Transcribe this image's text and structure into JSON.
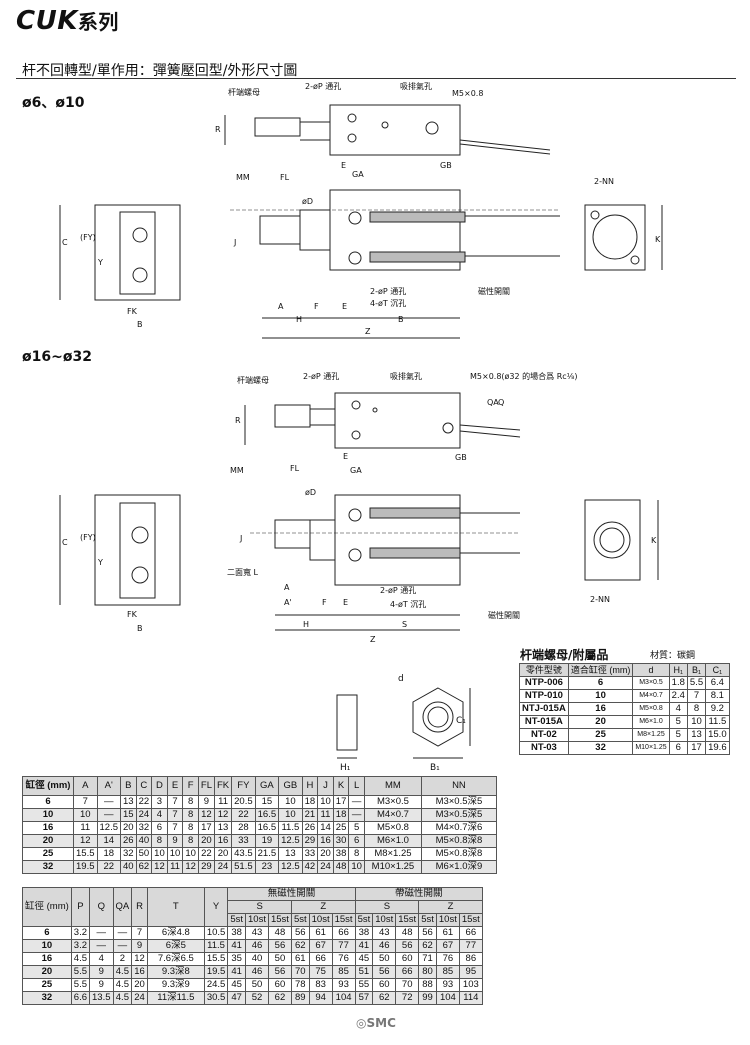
{
  "header": {
    "series_code": "CUK",
    "series_suffix": "系列",
    "section_title": "杆不回轉型/單作用：彈簧壓回型/外形尺寸圖"
  },
  "sizes": {
    "small": "ø6、ø10",
    "large": "ø16~ø32"
  },
  "labels1": {
    "rod_nut": "杆端螺母",
    "p_port": "2-øP 通孔",
    "breath": "吸排氣孔",
    "m5": "M5×0.8",
    "nn": "2-NN",
    "p_port2": "2-øP 通孔",
    "t_cb": "4-øT 沉孔",
    "switch": "磁性開關",
    "mm": "MM",
    "fl": "FL",
    "r": "R",
    "e": "E",
    "ga": "GA",
    "gb": "GB",
    "a": "A",
    "f": "F",
    "h": "H",
    "b": "B",
    "z": "Z",
    "fk": "FK",
    "bb": "B",
    "c": "C",
    "y": "Y",
    "fy": "(FY)",
    "k": "K",
    "j": "J",
    "d": "øD"
  },
  "labels2": {
    "rod_nut": "杆端螺母",
    "p_port": "2-øP 通孔",
    "breath": "吸排氣孔",
    "m5": "M5×0.8(ø32 的場合爲 Rc⅛)",
    "mm": "MM",
    "fl": "FL",
    "two_flat": "二面寬 L",
    "p_port2": "2-øP 通孔",
    "t_cb": "4-øT 沉孔",
    "switch": "磁性開關",
    "nn": "2-NN",
    "r": "R",
    "e": "E",
    "ga": "GA",
    "gb": "GB",
    "a": "A",
    "ap": "A'",
    "f": "F",
    "h": "H",
    "s": "S",
    "z": "Z",
    "fk": "FK",
    "bb": "B",
    "c": "C",
    "y": "Y",
    "fy": "(FY)",
    "k": "K",
    "j": "J",
    "d": "øD",
    "q": "Q",
    "qa": "QA"
  },
  "nut": {
    "d": "d",
    "h1": "H₁",
    "b1": "B₁",
    "c1": "C₁"
  },
  "accessory": {
    "title": "杆端螺母/附屬品",
    "material": "材質：碳鋼",
    "headers": [
      "零件型號",
      "適合缸徑 (mm)",
      "d",
      "H₁",
      "B₁",
      "C₁"
    ],
    "rows": [
      [
        "NTP-006",
        "6",
        "M3×0.5",
        "1.8",
        "5.5",
        "6.4"
      ],
      [
        "NTP-010",
        "10",
        "M4×0.7",
        "2.4",
        "7",
        "8.1"
      ],
      [
        "NTJ-015A",
        "16",
        "M5×0.8",
        "4",
        "8",
        "9.2"
      ],
      [
        "NT-015A",
        "20",
        "M6×1.0",
        "5",
        "10",
        "11.5"
      ],
      [
        "NT-02",
        "25",
        "M8×1.25",
        "5",
        "13",
        "15.0"
      ],
      [
        "NT-03",
        "32",
        "M10×1.25",
        "6",
        "17",
        "19.6"
      ]
    ]
  },
  "table1": {
    "headers": [
      "缸徑 (mm)",
      "A",
      "A'",
      "B",
      "C",
      "D",
      "E",
      "F",
      "FL",
      "FK",
      "FY",
      "GA",
      "GB",
      "H",
      "J",
      "K",
      "L",
      "MM",
      "NN"
    ],
    "rows": [
      [
        "6",
        "7",
        "—",
        "13",
        "22",
        "3",
        "7",
        "8",
        "9",
        "11",
        "20.5",
        "15",
        "10",
        "18",
        "10",
        "17",
        "—",
        "M3×0.5",
        "M3×0.5深5"
      ],
      [
        "10",
        "10",
        "—",
        "15",
        "24",
        "4",
        "7",
        "8",
        "12",
        "12",
        "22",
        "16.5",
        "10",
        "21",
        "11",
        "18",
        "—",
        "M4×0.7",
        "M3×0.5深5"
      ],
      [
        "16",
        "11",
        "12.5",
        "20",
        "32",
        "6",
        "7",
        "8",
        "17",
        "13",
        "28",
        "16.5",
        "11.5",
        "26",
        "14",
        "25",
        "5",
        "M5×0.8",
        "M4×0.7深6"
      ],
      [
        "20",
        "12",
        "14",
        "26",
        "40",
        "8",
        "9",
        "8",
        "20",
        "16",
        "33",
        "19",
        "12.5",
        "29",
        "16",
        "30",
        "6",
        "M6×1.0",
        "M5×0.8深8"
      ],
      [
        "25",
        "15.5",
        "18",
        "32",
        "50",
        "10",
        "10",
        "10",
        "22",
        "20",
        "43.5",
        "21.5",
        "13",
        "33",
        "20",
        "38",
        "8",
        "M8×1.25",
        "M5×0.8深8"
      ],
      [
        "32",
        "19.5",
        "22",
        "40",
        "62",
        "12",
        "11",
        "12",
        "29",
        "24",
        "51.5",
        "23",
        "12.5",
        "42",
        "24",
        "48",
        "10",
        "M10×1.25",
        "M6×1.0深9"
      ]
    ]
  },
  "table2": {
    "h_bore": "缸徑 (mm)",
    "h_p": "P",
    "h_q": "Q",
    "h_qa": "QA",
    "h_r": "R",
    "h_t": "T",
    "h_y": "Y",
    "h_noswitch": "無磁性開關",
    "h_switch": "帶磁性開關",
    "h_s": "S",
    "h_z": "Z",
    "strokes": [
      "5st",
      "10st",
      "15st",
      "5st",
      "10st",
      "15st",
      "5st",
      "10st",
      "15st",
      "5st",
      "10st",
      "15st"
    ],
    "rows": [
      [
        "6",
        "3.2",
        "—",
        "—",
        "7",
        "6深4.8",
        "10.5",
        "38",
        "43",
        "48",
        "56",
        "61",
        "66",
        "38",
        "43",
        "48",
        "56",
        "61",
        "66"
      ],
      [
        "10",
        "3.2",
        "—",
        "—",
        "9",
        "6深5",
        "11.5",
        "41",
        "46",
        "56",
        "62",
        "67",
        "77",
        "41",
        "46",
        "56",
        "62",
        "67",
        "77"
      ],
      [
        "16",
        "4.5",
        "4",
        "2",
        "12",
        "7.6深6.5",
        "15.5",
        "35",
        "40",
        "50",
        "61",
        "66",
        "76",
        "45",
        "50",
        "60",
        "71",
        "76",
        "86"
      ],
      [
        "20",
        "5.5",
        "9",
        "4.5",
        "16",
        "9.3深8",
        "19.5",
        "41",
        "46",
        "56",
        "70",
        "75",
        "85",
        "51",
        "56",
        "66",
        "80",
        "85",
        "95"
      ],
      [
        "25",
        "5.5",
        "9",
        "4.5",
        "20",
        "9.3深9",
        "24.5",
        "45",
        "50",
        "60",
        "78",
        "83",
        "93",
        "55",
        "60",
        "70",
        "88",
        "93",
        "103"
      ],
      [
        "32",
        "6.6",
        "13.5",
        "4.5",
        "24",
        "11深11.5",
        "30.5",
        "47",
        "52",
        "62",
        "89",
        "94",
        "104",
        "57",
        "62",
        "72",
        "99",
        "104",
        "114"
      ]
    ]
  },
  "footer": {
    "logo": "SMC"
  }
}
